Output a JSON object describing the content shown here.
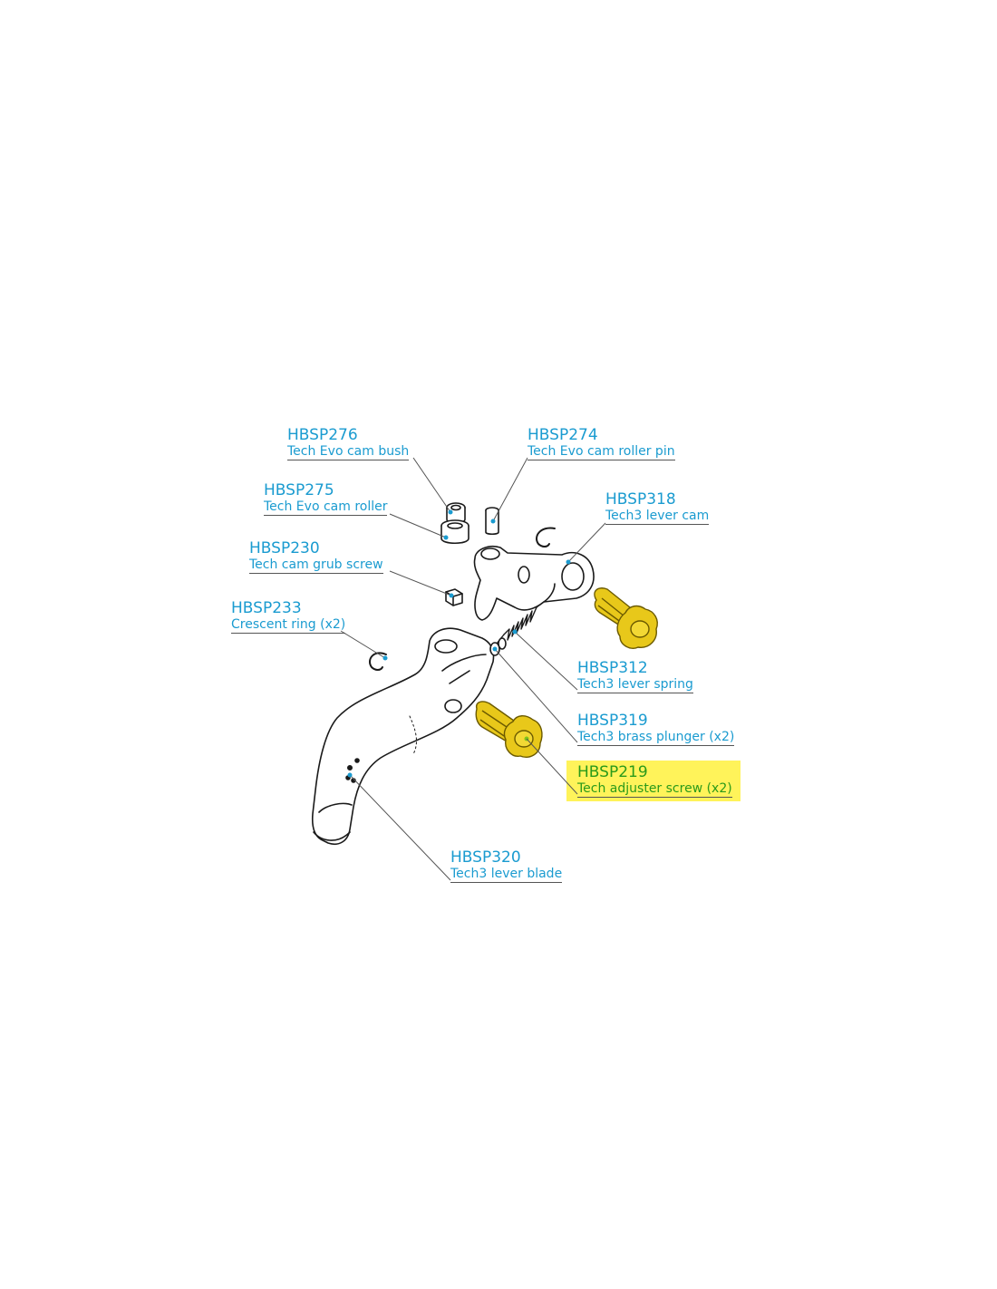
{
  "highlight_color": "#fff35a",
  "label_color": "#1a9bd0",
  "highlight_text_color": "#2a9a1a",
  "parts": [
    {
      "id": "hbsp276",
      "code": "HBSP276",
      "desc": "Tech Evo cam bush"
    },
    {
      "id": "hbsp274",
      "code": "HBSP274",
      "desc": "Tech Evo cam roller pin"
    },
    {
      "id": "hbsp275",
      "code": "HBSP275",
      "desc": "Tech Evo cam roller"
    },
    {
      "id": "hbsp318",
      "code": "HBSP318",
      "desc": "Tech3 lever cam"
    },
    {
      "id": "hbsp230",
      "code": "HBSP230",
      "desc": "Tech cam grub screw"
    },
    {
      "id": "hbsp233",
      "code": "HBSP233",
      "desc": "Crescent ring (x2)"
    },
    {
      "id": "hbsp312",
      "code": "HBSP312",
      "desc": "Tech3 lever spring"
    },
    {
      "id": "hbsp319",
      "code": "HBSP319",
      "desc": "Tech3 brass plunger (x2)"
    },
    {
      "id": "hbsp219",
      "code": "HBSP219",
      "desc": "Tech adjuster screw (x2)",
      "highlighted": true
    },
    {
      "id": "hbsp320",
      "code": "HBSP320",
      "desc": "Tech3 lever blade"
    }
  ]
}
